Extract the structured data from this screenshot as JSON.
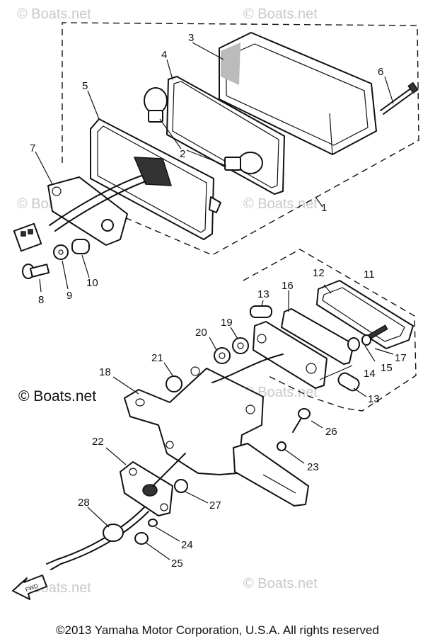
{
  "watermarks": [
    "© Boats.net",
    "© Boats.net",
    "© Boats.net",
    "© Boats.net",
    "© Boats.net",
    "© Boats.net",
    "© Boats.net",
    "© Boats.net"
  ],
  "brand_label": "© Boats.net",
  "fwd_label": "FWD",
  "callouts": {
    "c1": "1",
    "c2": "2",
    "c3": "3",
    "c4": "4",
    "c5": "5",
    "c6": "6",
    "c7": "7",
    "c8": "8",
    "c9": "9",
    "c10": "10",
    "c11": "11",
    "c12": "12",
    "c13a": "13",
    "c13b": "13",
    "c14": "14",
    "c15": "15",
    "c16": "16",
    "c17": "17",
    "c18": "18",
    "c19": "19",
    "c20": "20",
    "c21": "21",
    "c22": "22",
    "c23": "23",
    "c24": "24",
    "c25": "25",
    "c26": "26",
    "c27": "27",
    "c28": "28"
  },
  "copyright": "©2013 Yamaha Motor Corporation, U.S.A. All rights reserved"
}
